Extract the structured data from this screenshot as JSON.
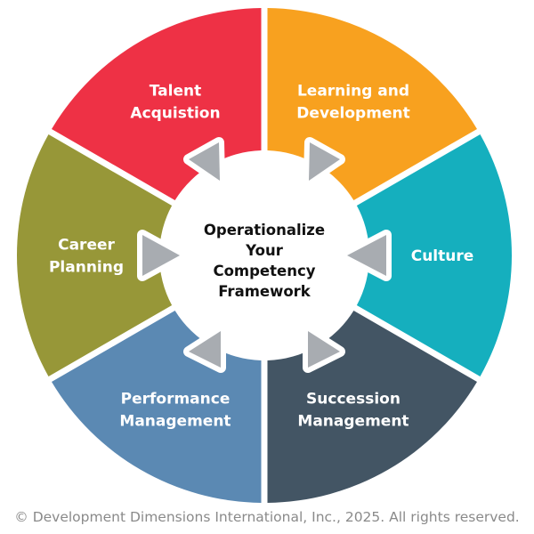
{
  "diagram": {
    "center": {
      "lines": [
        "Operationalize",
        "Your",
        "Competency",
        "Framework"
      ]
    },
    "segments": [
      {
        "id": "talent-acquisition",
        "lines": [
          "Talent",
          "Acquistion"
        ],
        "color": "#EE3145"
      },
      {
        "id": "learning-and-development",
        "lines": [
          "Learning and",
          "Development"
        ],
        "color": "#F8A11F"
      },
      {
        "id": "culture",
        "lines": [
          "Culture"
        ],
        "color": "#15AFBE"
      },
      {
        "id": "succession-management",
        "lines": [
          "Succession",
          "Management"
        ],
        "color": "#435564"
      },
      {
        "id": "performance-management",
        "lines": [
          "Performance",
          "Management"
        ],
        "color": "#5B89B3"
      },
      {
        "id": "career-planning",
        "lines": [
          "Career",
          "Planning"
        ],
        "color": "#979738"
      }
    ],
    "arrow_color": "#A8ACB1",
    "gap_color": "#FFFFFF"
  },
  "footer": {
    "copyright": "© Development Dimensions International, Inc., 2025.  All rights reserved."
  }
}
